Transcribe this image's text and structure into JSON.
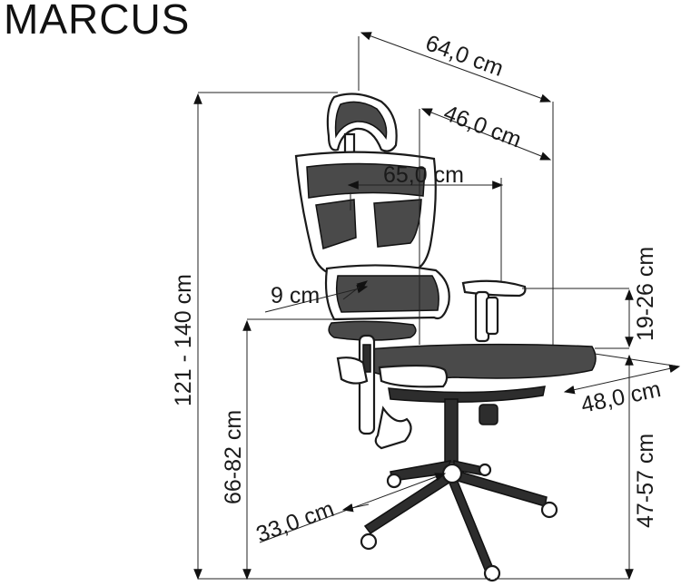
{
  "product": {
    "name": "MARCUS"
  },
  "dimensions": {
    "total_depth": "64,0 cm",
    "seat_depth": "46,0 cm",
    "total_width": "65,0 cm",
    "lumbar_support": "9 cm",
    "overall_height": "121 - 140 cm",
    "armrest_height": "66-82 cm",
    "armrest_adjust": "19-26 cm",
    "seat_width": "48,0 cm",
    "seat_height": "47-57 cm",
    "base_radius": "33,0 cm"
  }
}
